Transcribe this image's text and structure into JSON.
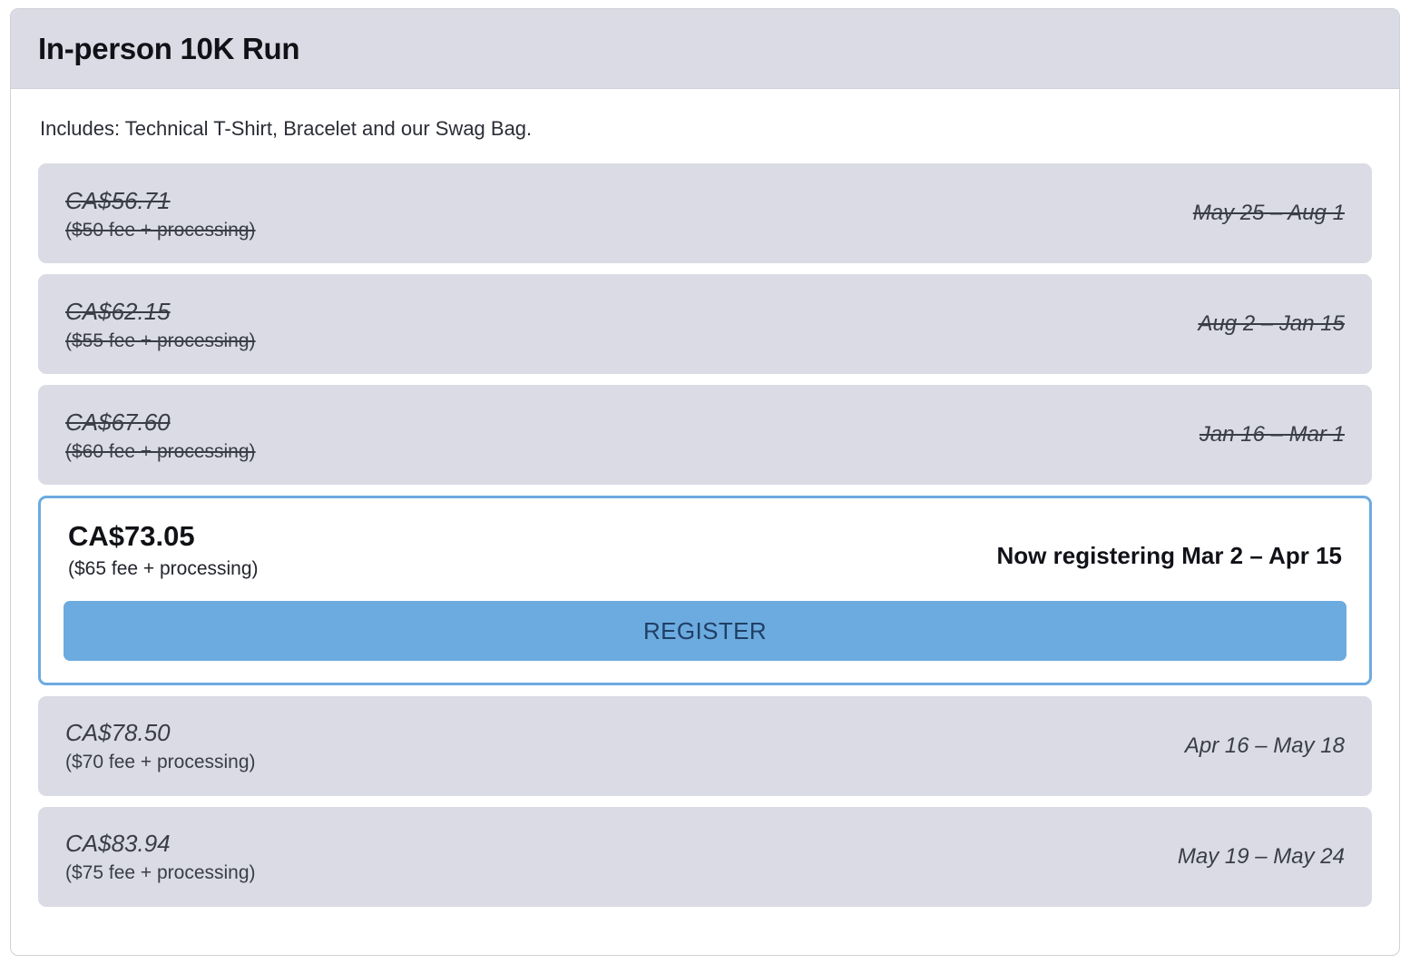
{
  "card": {
    "title": "In-person 10K Run",
    "includes": "Includes: Technical T-Shirt, Bracelet and our Swag Bag.",
    "accent_color": "#6cabdf",
    "row_background": "#dadbe4",
    "header_background": "#dadbe4",
    "register_label_color": "#1f3f66"
  },
  "tiers": [
    {
      "price": "CA$56.71",
      "fee": "($50 fee + processing)",
      "dates": "May 25 – Aug 1",
      "state": "past"
    },
    {
      "price": "CA$62.15",
      "fee": "($55 fee + processing)",
      "dates": "Aug 2 – Jan 15",
      "state": "past"
    },
    {
      "price": "CA$67.60",
      "fee": "($60 fee + processing)",
      "dates": "Jan 16 – Mar 1",
      "state": "past"
    },
    {
      "price": "CA$73.05",
      "fee": "($65 fee + processing)",
      "dates": "Now registering Mar 2 – Apr 15",
      "state": "active",
      "button_label": "REGISTER"
    },
    {
      "price": "CA$78.50",
      "fee": "($70 fee + processing)",
      "dates": "Apr 16 – May 18",
      "state": "upcoming"
    },
    {
      "price": "CA$83.94",
      "fee": "($75 fee + processing)",
      "dates": "May 19 – May 24",
      "state": "upcoming"
    }
  ]
}
